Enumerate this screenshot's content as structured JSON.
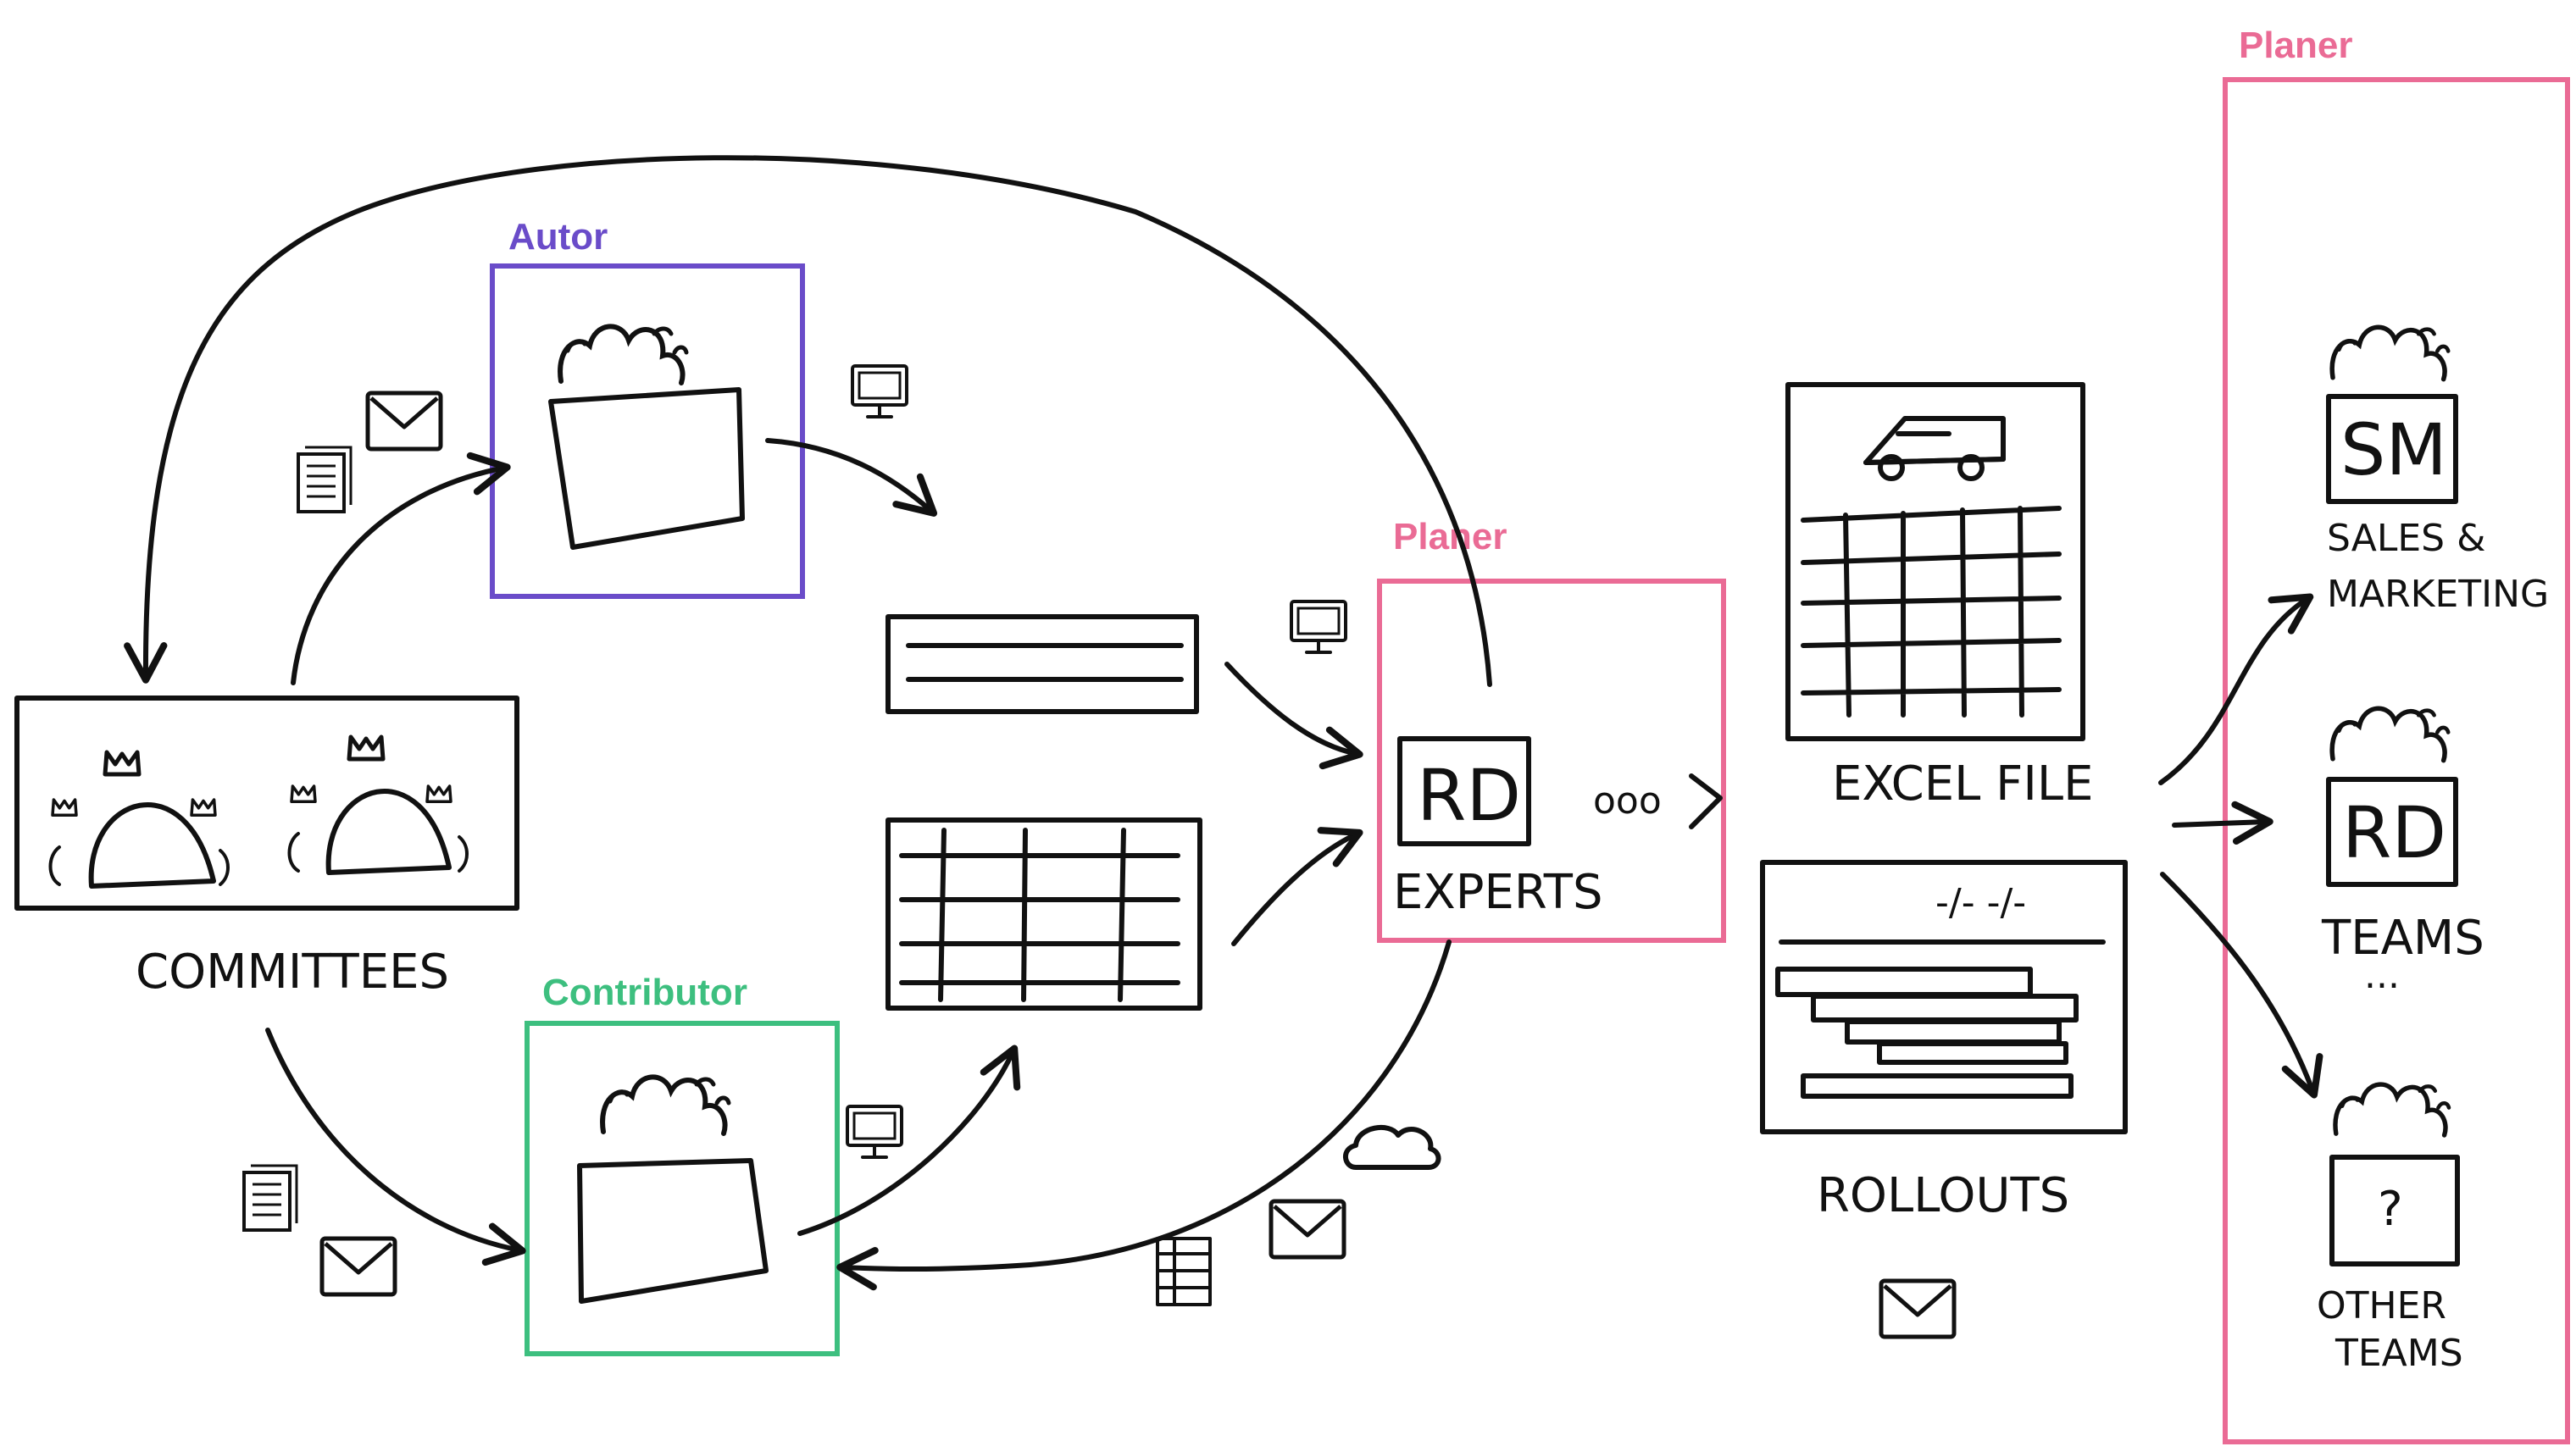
{
  "colors": {
    "autor": "#6a4cc9",
    "contributor": "#3dbf7f",
    "planer": "#ea6b95",
    "ink": "#111111"
  },
  "roles": {
    "autor": "Autor",
    "contributor": "Contributor",
    "planer_center": "Planer",
    "planer_right": "Planer"
  },
  "labels": {
    "committees": "COMMITTEES",
    "experts": "EXPERTS",
    "rd_center": "RD",
    "ellipsis": "ooo",
    "excel_file": "EXCEL FILE",
    "rollouts": "ROLLOUTS",
    "rollout_dates": "-/- -/-"
  },
  "teams": [
    {
      "badge": "SM",
      "line1": "SALES &",
      "line2": "MARKETING"
    },
    {
      "badge": "RD",
      "line1": "TEAMS",
      "line2": "..."
    },
    {
      "badge": "?",
      "line1": "OTHER",
      "line2": "TEAMS"
    }
  ],
  "icons": [
    "document-icon",
    "mail-icon",
    "monitor-icon",
    "cloud-icon",
    "spreadsheet-icon",
    "car-icon",
    "people-icon",
    "crown-icon"
  ]
}
